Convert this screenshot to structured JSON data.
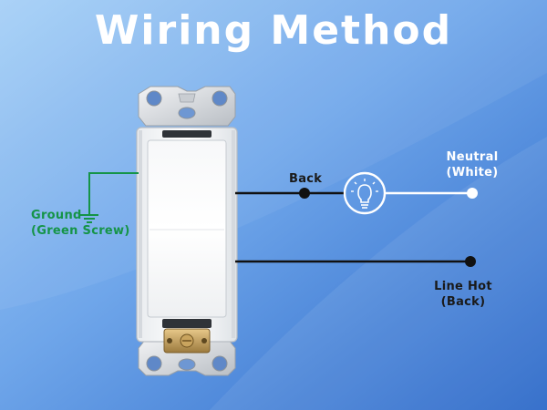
{
  "title": "Wiring Method",
  "labels": {
    "ground": [
      "Ground",
      "(Green Screw)"
    ],
    "back": "Back",
    "neutral": [
      "Neutral",
      "(White)"
    ],
    "line_hot": [
      "Line Hot",
      "(Back)"
    ]
  },
  "colors": {
    "background_light": "#8fbef2",
    "background_dark": "#2c6fd0",
    "ground_wire": "#159447",
    "hot_wire": "#111111",
    "neutral_wire": "#ffffff",
    "title_text": "#ffffff"
  },
  "icons": {
    "bulb": "light-bulb-icon",
    "ground": "ground-symbol-icon"
  }
}
